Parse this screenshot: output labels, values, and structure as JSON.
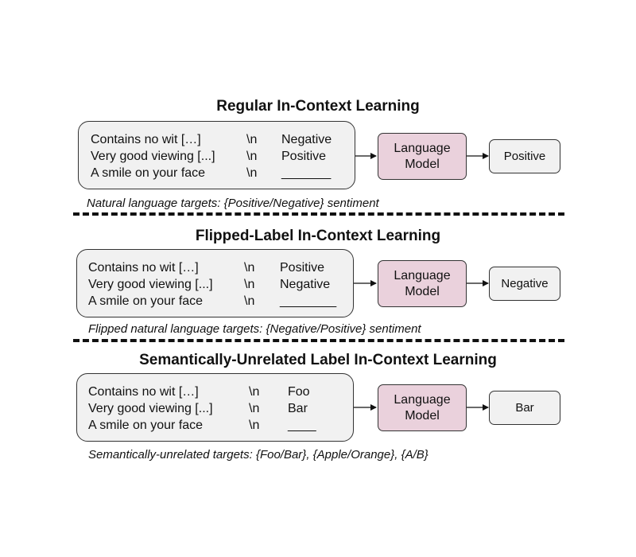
{
  "sections": [
    {
      "title": "Regular In-Context Learning",
      "examples": [
        {
          "input": "Contains no wit […]",
          "sep": "\\n",
          "label": "Negative"
        },
        {
          "input": "Very good viewing [...]",
          "sep": "\\n",
          "label": "Positive"
        },
        {
          "input": "A smile on your face",
          "sep": "\\n",
          "label": "_______"
        }
      ],
      "model_line1": "Language",
      "model_line2": "Model",
      "output": "Positive",
      "caption": "Natural language targets: {Positive/Negative} sentiment"
    },
    {
      "title": "Flipped-Label In-Context Learning",
      "examples": [
        {
          "input": "Contains no wit […]",
          "sep": "\\n",
          "label": "Positive"
        },
        {
          "input": "Very good viewing [...]",
          "sep": "\\n",
          "label": "Negative"
        },
        {
          "input": "A smile on your face",
          "sep": "\\n",
          "label": "________"
        }
      ],
      "model_line1": "Language",
      "model_line2": "Model",
      "output": "Negative",
      "caption": "Flipped natural language targets: {Negative/Positive} sentiment"
    },
    {
      "title": "Semantically-Unrelated Label In-Context Learning",
      "examples": [
        {
          "input": "Contains no wit […]",
          "sep": "\\n",
          "label": "Foo"
        },
        {
          "input": "Very good viewing [...]",
          "sep": "\\n",
          "label": "Bar"
        },
        {
          "input": "A smile on your face",
          "sep": "\\n",
          "label": "____"
        }
      ],
      "model_line1": "Language",
      "model_line2": "Model",
      "output": "Bar",
      "caption": "Semantically-unrelated targets: {Foo/Bar}, {Apple/Orange}, {A/B}"
    }
  ],
  "colors": {
    "prompt_fill": "#f1f1f1",
    "model_fill": "#ead1dc",
    "border": "#333333"
  }
}
